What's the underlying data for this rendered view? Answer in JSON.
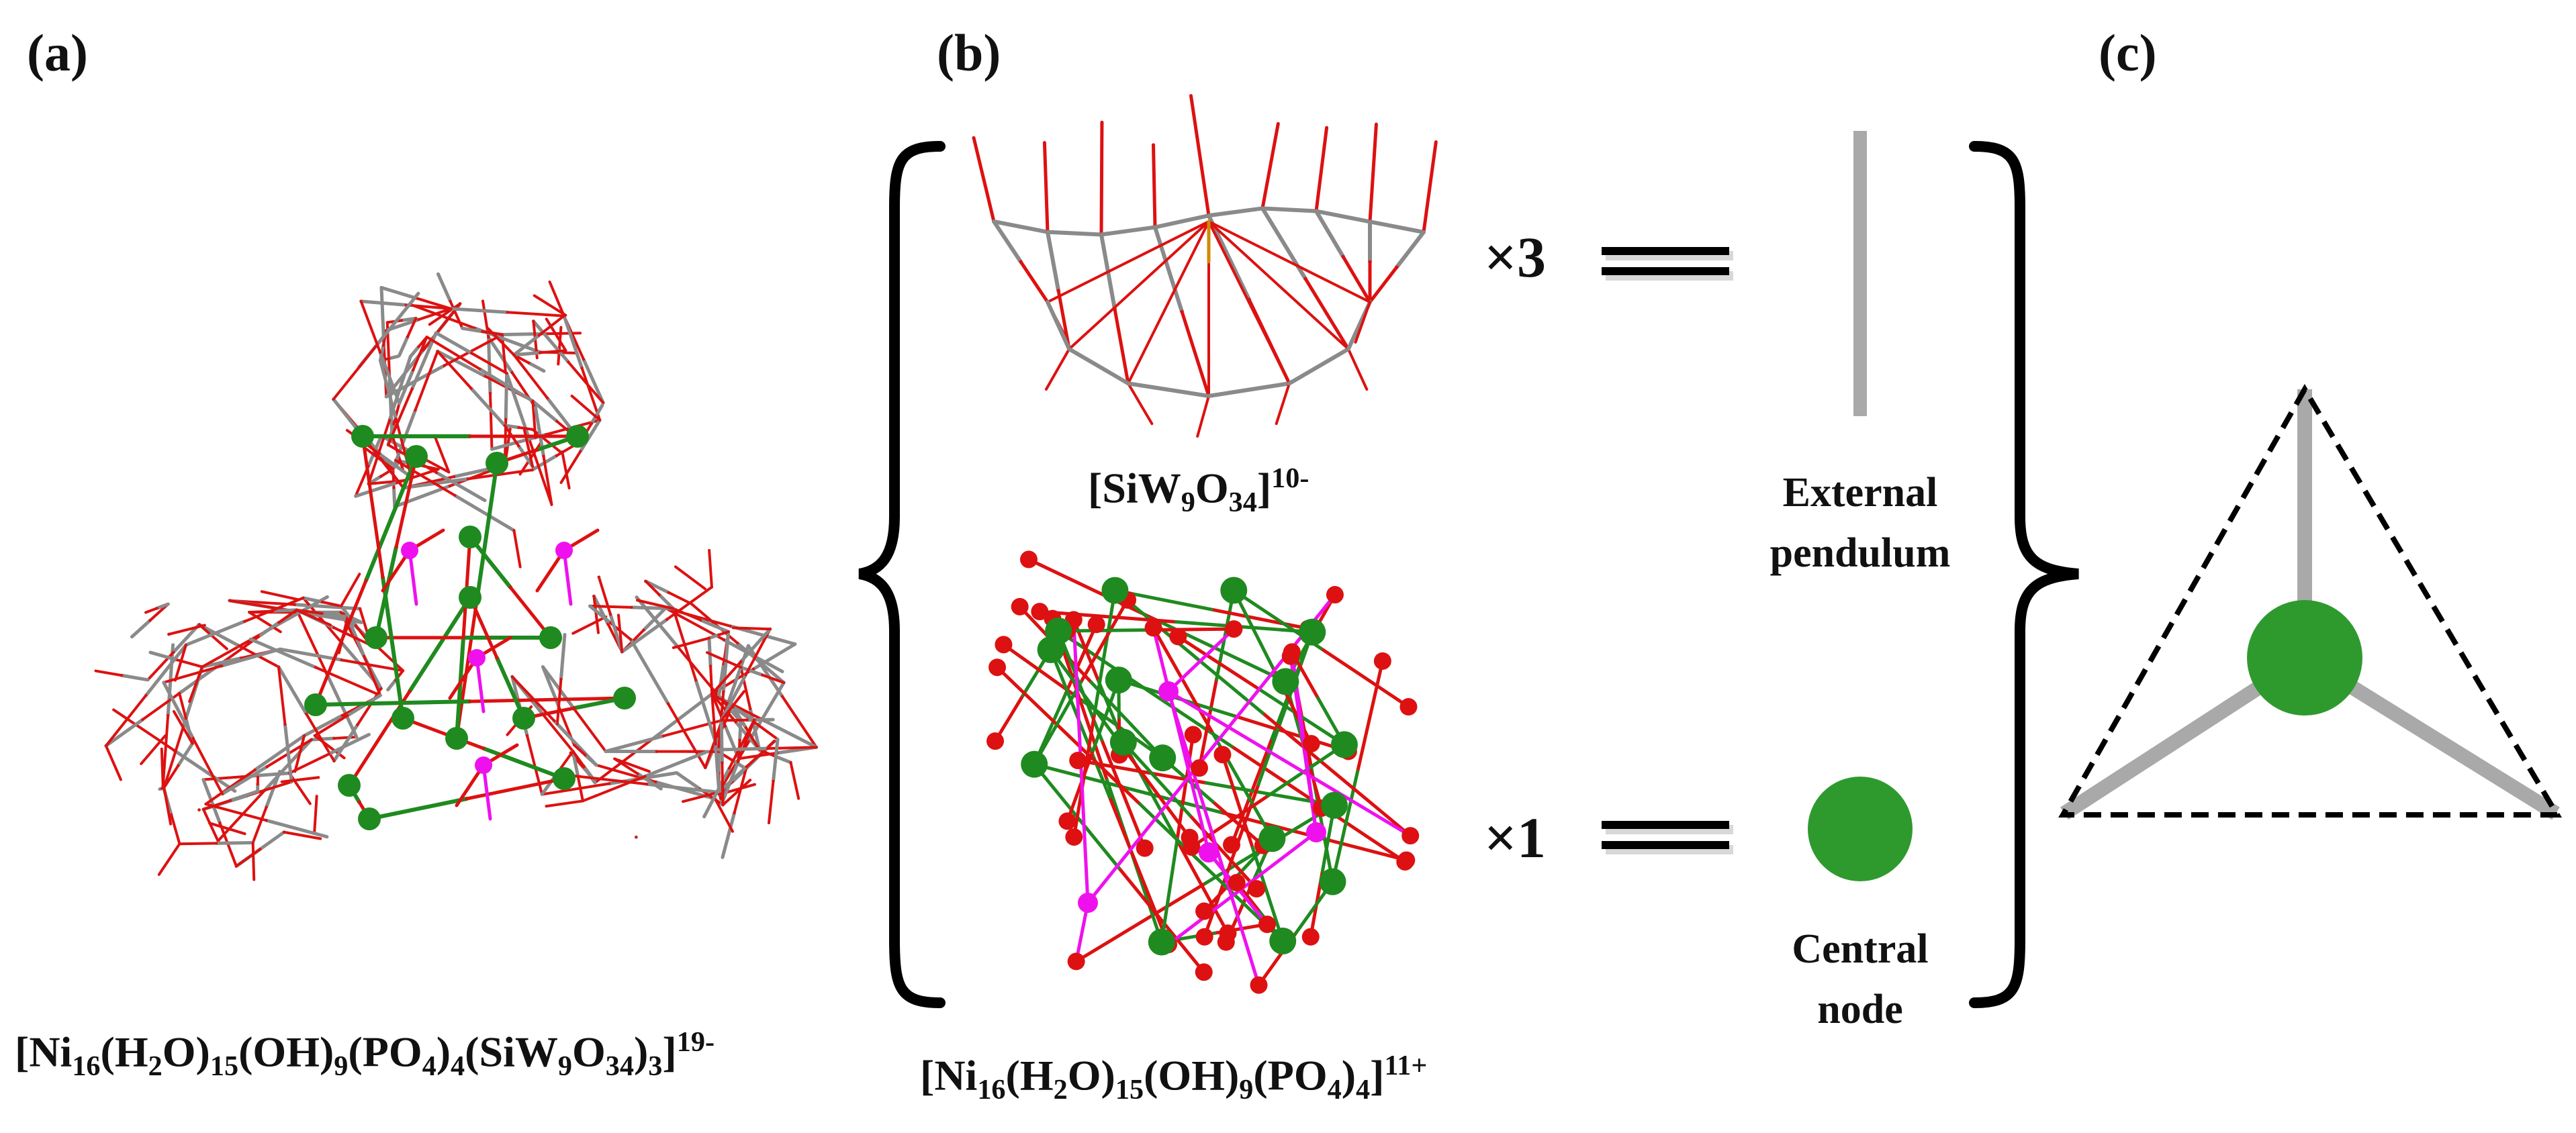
{
  "panels": {
    "a": {
      "label": "(a)"
    },
    "b": {
      "label": "(b)"
    },
    "c": {
      "label": "(c)"
    }
  },
  "formulas": {
    "full_cluster": {
      "parts": [
        "[Ni",
        "16",
        "(H",
        "2",
        "O)",
        "15",
        "(OH)",
        "9",
        "(PO",
        "4",
        ")",
        "4",
        "(SiW",
        "9",
        "O",
        "34",
        ")",
        "3",
        "]",
        "19-"
      ]
    },
    "polyanion": {
      "parts": [
        "[SiW",
        "9",
        "O",
        "34",
        "]",
        "10-"
      ]
    },
    "core": {
      "parts": [
        "[Ni",
        "16",
        "(H",
        "2",
        "O)",
        "15",
        "(OH)",
        "9",
        "(PO",
        "4",
        ")",
        "4",
        "]",
        "11+"
      ]
    }
  },
  "multipliers": {
    "top": "×3",
    "bottom": "×1"
  },
  "legend": {
    "external_pendulum": {
      "line1": "External",
      "line2": "pendulum"
    },
    "central_node": {
      "line1": "Central",
      "line2": "node"
    }
  },
  "colors": {
    "oxygen": "#dd1111",
    "tungsten": "#8a8a8a",
    "nickel": "#1f8a1f",
    "phosphorus": "#ee11ee",
    "node_green": "#2e9a2e",
    "pendulum_gray": "#a9a9a9"
  }
}
